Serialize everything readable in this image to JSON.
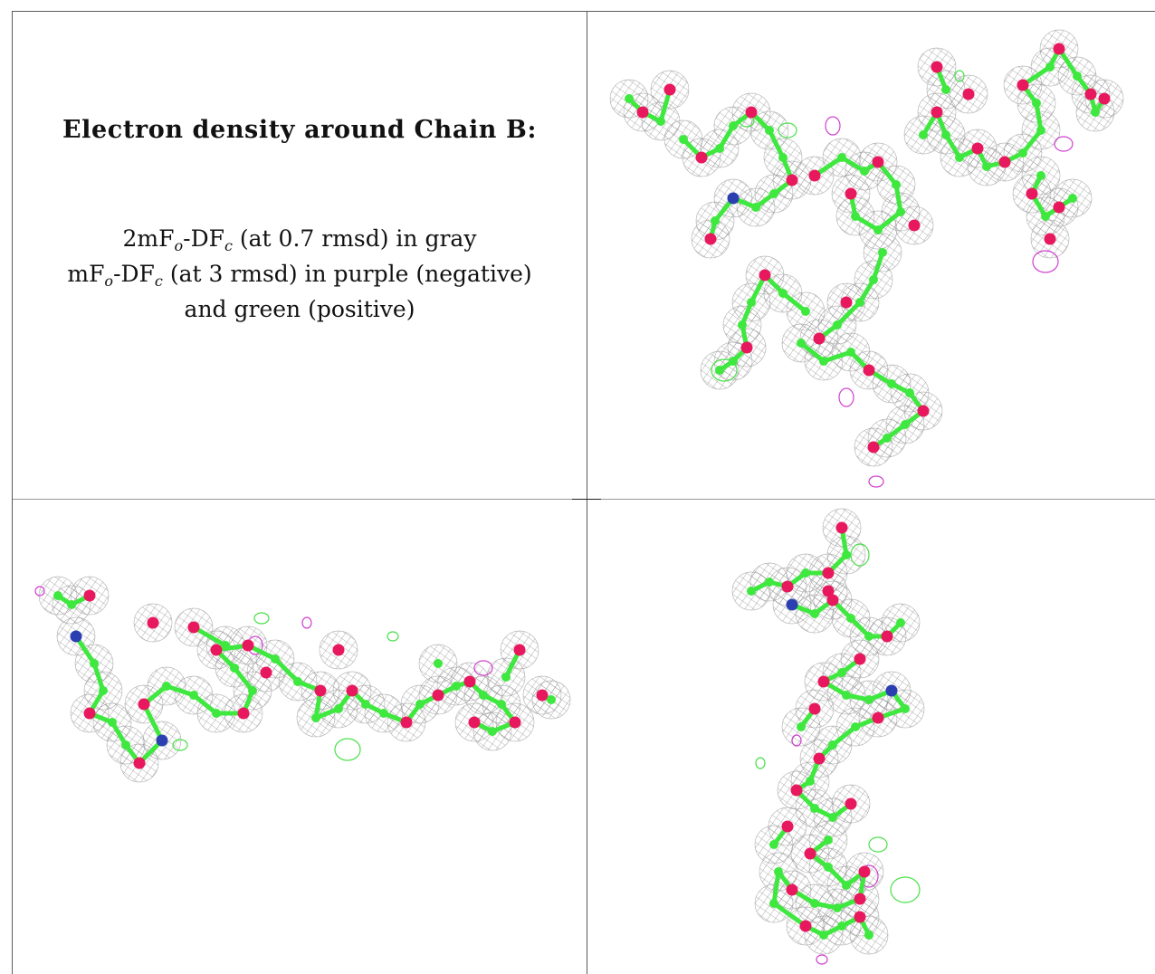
{
  "caption": {
    "title": "Electron density around Chain B:",
    "line1": {
      "prefix": "2mF",
      "sub_o": "o",
      "mid": "-DF",
      "sub_c": "c",
      "suffix": " (at 0.7 rmsd) in gray"
    },
    "line2": {
      "prefix": "mF",
      "sub_o": "o",
      "mid": "-DF",
      "sub_c": "c",
      "suffix": " (at 3 rmsd) in purple (negative)"
    },
    "line3": "and green (positive)"
  },
  "colors": {
    "mesh": "#9a9a9a",
    "carbon": "#3ee83e",
    "oxygen": "#e8185e",
    "nitrogen": "#2b3fb0",
    "negative_density": "#d040d0",
    "positive_density": "#48e048",
    "grid_line": "#5a5a5a"
  },
  "panels": [
    {
      "id": "top-right",
      "view": "front"
    },
    {
      "id": "bottom-left",
      "view": "side"
    },
    {
      "id": "bottom-right",
      "view": "top"
    }
  ]
}
